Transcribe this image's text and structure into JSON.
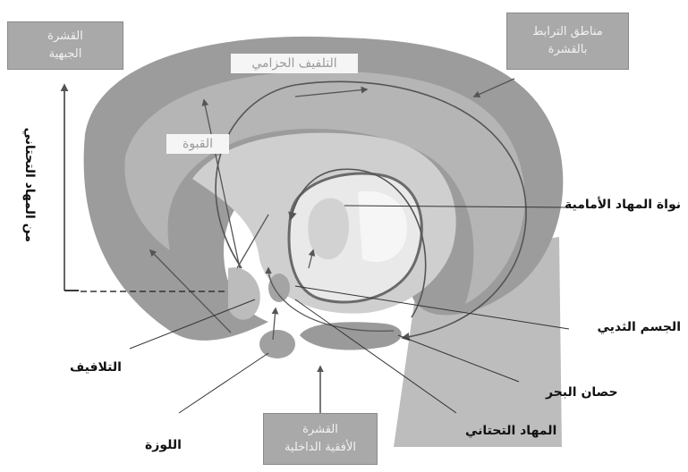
{
  "boxes": {
    "frontal_cortex": "القشرة\nالجبهية",
    "association_cortex": "مناطق الترابط\nبالقشرة",
    "entorhinal_cortex": "القشرة\nالأفقية الداخلية"
  },
  "tags": {
    "cingulate_gyrus": "التلفيف الحزامي",
    "fornix": "القبوة"
  },
  "labels": {
    "anterior_thalamic_nucleus": "نواة المهاد الأمامية",
    "mammillary_body": "الجسم الثديي",
    "dentate_gyrus": "التلافيف",
    "hippocampus": "حصان البحر",
    "hypothalamus": "المهاد التحتاني",
    "amygdala": "اللوزة",
    "from_hypothalamus": "من المهاد التحتاني"
  },
  "colors": {
    "brain_outer": "#9c9c9c",
    "brain_mid": "#b5b5b5",
    "brain_light": "#d6d6d6",
    "box_fill": "#a9a9a9",
    "arrow": "#555555"
  }
}
